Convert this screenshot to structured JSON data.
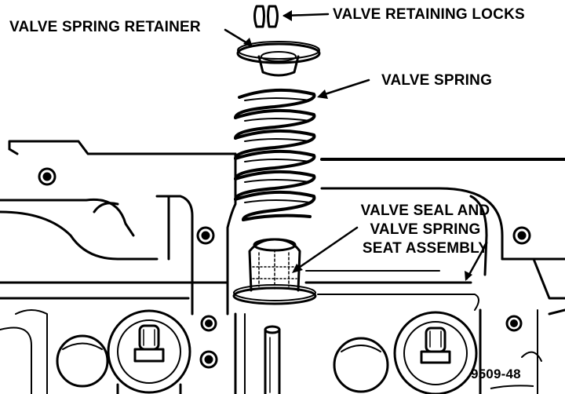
{
  "labels": {
    "valve_retaining_locks": "VALVE RETAINING LOCKS",
    "valve_spring_retainer": "VALVE SPRING RETAINER",
    "valve_spring": "VALVE SPRING",
    "valve_seal_line1": "VALVE SEAL AND",
    "valve_seal_line2": "VALVE SPRING",
    "valve_seal_line3": "SEAT ASSEMBLY",
    "figure_number": "9509-48"
  },
  "colors": {
    "ink": "#000000",
    "paper": "#ffffff"
  }
}
